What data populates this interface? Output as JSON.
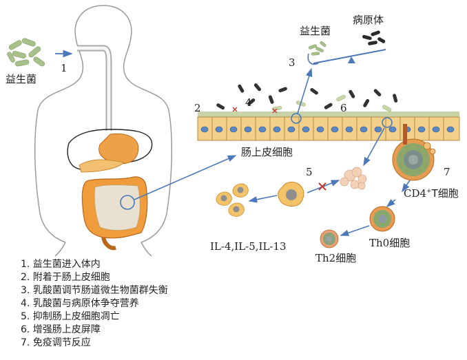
{
  "labels": {
    "probiotic_left": "益生菌",
    "probiotic_top": "益生菌",
    "pathogen_top": "病原体",
    "intestinal_epithelium": "肠上皮细胞",
    "cd4_prefix": "CD4",
    "cd4_sup": "+",
    "cd4_suffix": "T细胞",
    "th0": "Th0细胞",
    "th2": "Th2细胞",
    "interleukins": "IL-4,IL-5,IL-13"
  },
  "numbers": {
    "n1": "1",
    "n2": "2",
    "n3": "3",
    "n4": "4",
    "n5": "5",
    "n6": "6",
    "n7": "7"
  },
  "legend": [
    "1. 益生菌进入体内",
    "2. 附着于肠上皮细胞",
    "3. 乳酸菌调节肠道微生物菌群失衡",
    "4. 乳酸菌与病原体争夺营养",
    "5. 抑制肠上皮细胞凋亡",
    "6. 增强肠上皮屏障",
    "7. 免疫调节反应"
  ],
  "colors": {
    "arrow": "#4a78b8",
    "probiotic": "#a8c08a",
    "pathogen": "#333333",
    "epithelium_fill": "#f2cf8a",
    "epithelium_nucleus": "#5b86c4",
    "intestine": "#e89a3a",
    "cell_orange": "#f0b24a",
    "inhibit_mark": "#c0392b"
  }
}
